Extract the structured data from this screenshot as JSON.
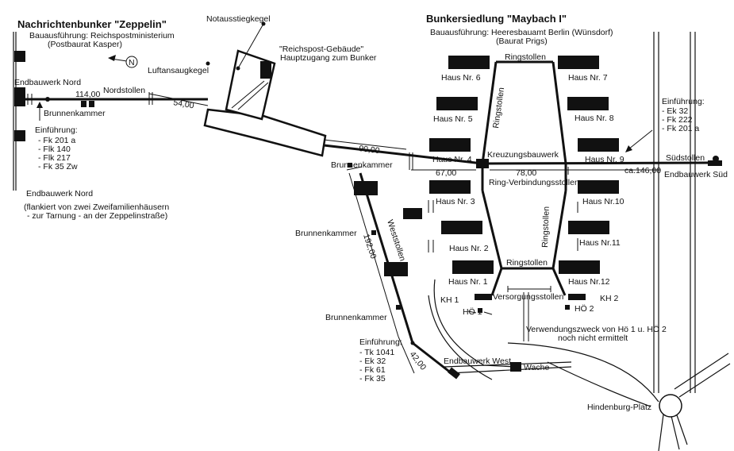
{
  "titles": {
    "zeppelin": "Nachrichtenbunker \"Zeppelin\"",
    "zeppelin_sub1": "Bauausführung: Reichspostministerium",
    "zeppelin_sub2": "(Postbaurat Kasper)",
    "maybach": "Bunkersiedlung \"Maybach I\"",
    "maybach_sub1": "Bauausführung: Heeresbauamt Berlin (Wünsdorf)",
    "maybach_sub2": "(Baurat Prigs)"
  },
  "labels": {
    "notausstieg": "Notausstiegkegel",
    "reichspost1": "\"Reichspost-Gebäude\"",
    "reichspost2": "Hauptzugang zum Bunker",
    "luftansaug": "Luftansaugkegel",
    "north": "N",
    "endbau_nord_top": "Endbauwerk Nord",
    "nordstollen": "Nordstollen",
    "brunnenkammer_nw": "Brunnenkammer",
    "einf_left": "Einführung:",
    "einf_left_1": "- Fk 201 a",
    "einf_left_2": "- Flk 140",
    "einf_left_3": "- Flk 217",
    "einf_left_4": "- Fk 35 Zw",
    "endbau_nord_bottom": "Endbauwerk Nord",
    "flankiert1": "(flankiert von zwei Zweifamilienhäusern",
    "flankiert2": "- zur Tarnung - an der Zeppelinstraße)",
    "brunnenkammer_center": "Brunnenkammer",
    "brunnenkammer_w1": "Brunnenkammer",
    "brunnenkammer_w2": "Brunnenkammer",
    "weststollen": "Weststollen",
    "einf_w": "Einführung:",
    "einf_w_1": "- Tk 1041",
    "einf_w_2": "- Ek 32",
    "einf_w_3": "- Fk 61",
    "einf_w_4": "- Fk 35",
    "endbau_west": "Endbauwerk West",
    "wache": "Wache",
    "hindenburg": "Hindenburg-Platz",
    "ringstollen_top": "Ringstollen",
    "ringstollen_left": "Ringstollen",
    "ringstollen_right": "Ringstollen",
    "ringstollen_bottom": "Ringstollen",
    "kreuzung": "Kreuzungsbauwerk",
    "ringverb": "Ring-Verbindungsstollen",
    "versorgung": "Versorgungsstollen",
    "suedstollen": "Südstollen",
    "endbau_sued": "Endbauwerk Süd",
    "einf_r": "Einführung:",
    "einf_r_1": "- Ek 32",
    "einf_r_2": "- Fk 222",
    "einf_r_3": "- Fk 201 a",
    "kh1": "KH 1",
    "kh2": "KH 2",
    "ho1": "HÖ 1",
    "ho2": "HÖ 2",
    "verwend1": "Verwendungszweck von Hö 1 u. HÖ 2",
    "verwend2": "noch nicht ermittelt"
  },
  "houses": {
    "h1": "Haus Nr. 1",
    "h2": "Haus Nr. 2",
    "h3": "Haus Nr. 3",
    "h4": "Haus Nr. 4",
    "h5": "Haus Nr. 5",
    "h6": "Haus Nr. 6",
    "h7": "Haus Nr. 7",
    "h8": "Haus Nr. 8",
    "h9": "Haus Nr. 9",
    "h10": "Haus Nr.10",
    "h11": "Haus Nr.11",
    "h12": "Haus Nr.12"
  },
  "distances": {
    "d114": "114,00",
    "d54": "54,00",
    "d90": "90,00",
    "d67": "67,00",
    "d78": "78,00",
    "d146": "ca.146,00",
    "d192": "192,00",
    "d42": "42,00"
  }
}
